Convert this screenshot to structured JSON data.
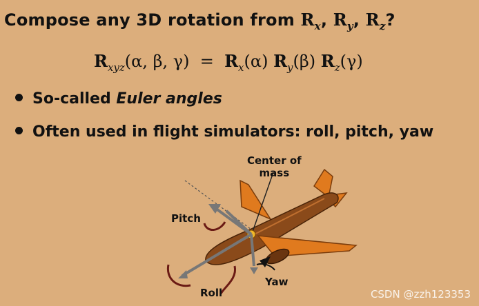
{
  "slide": {
    "title_prefix": "Compose any 3D rotation from ",
    "title_R": "R",
    "title_x": "x",
    "title_y": "y",
    "title_z": "z",
    "title_comma": ", ",
    "title_suffix": "?",
    "formula": {
      "lhs_R": "R",
      "lhs_sub": "xyz",
      "lhs_args": "(α, β, γ)",
      "eq": "  =  ",
      "t1_sub": "x",
      "t1_arg": "(α)",
      "t2_sub": "y",
      "t2_arg": "(β)",
      "t3_sub": "z",
      "t3_arg": "(γ)"
    },
    "bullets": [
      {
        "text_plain": "So-called ",
        "text_italic": "Euler angles"
      },
      {
        "text_plain": "Often used in flight simulators: roll, pitch, yaw"
      }
    ],
    "figure_labels": {
      "center_of_mass_line1": "Center of",
      "center_of_mass_line2": "mass",
      "pitch": "Pitch",
      "roll": "Roll",
      "yaw": "Yaw"
    },
    "watermark": "CSDN @zzh123353"
  },
  "colors": {
    "background": "#dcae7c",
    "plane_body": "#8a4a1a",
    "plane_wing": "#e07a1e",
    "arrow": "#777777"
  }
}
